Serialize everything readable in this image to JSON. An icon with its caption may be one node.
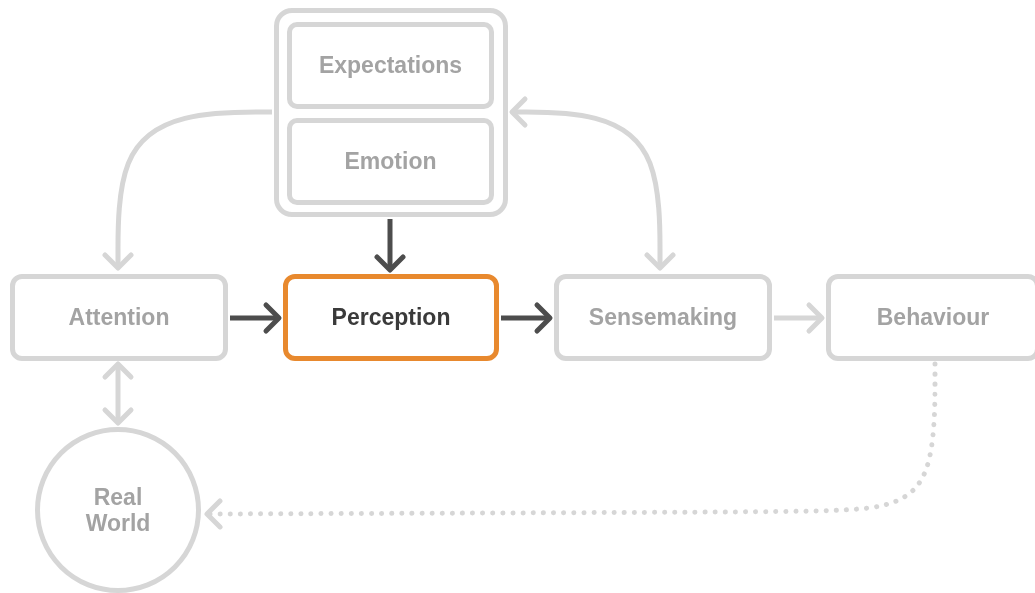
{
  "diagram": {
    "nodes": [
      {
        "text": [],
        "shape": "box"
      },
      {
        "text": [
          "Expectations"
        ],
        "in": 0
      },
      {
        "text": [
          "Emotion"
        ],
        "in": 0
      },
      {
        "text": [
          "Attention"
        ]
      },
      {
        "text": [
          "Perception"
        ]
      },
      {
        "text": [
          "Sensemaking"
        ]
      },
      {
        "text": [
          "Behaviour"
        ]
      },
      {
        "text": [
          "Real World"
        ]
      }
    ],
    "edges": [
      {
        "from": 0,
        "to": 3,
        "arrow": "to"
      },
      {
        "from": 0,
        "to": 5,
        "arrow": "both"
      },
      {
        "from": 0,
        "to": 4,
        "arrow": "to",
        "color": "#4d4d4d"
      },
      {
        "from": 3,
        "to": 4,
        "arrow": "to",
        "color": "#4d4d4d"
      },
      {
        "from": 4,
        "to": 5,
        "arrow": "to",
        "color": "#4d4d4d"
      },
      {
        "from": 5,
        "to": 6,
        "arrow": "to"
      },
      {
        "from": 3,
        "to": 7,
        "arrow": "both"
      },
      {
        "from": 6,
        "to": 7,
        "arrow": "to",
        "style": "dashed"
      }
    ]
  }
}
